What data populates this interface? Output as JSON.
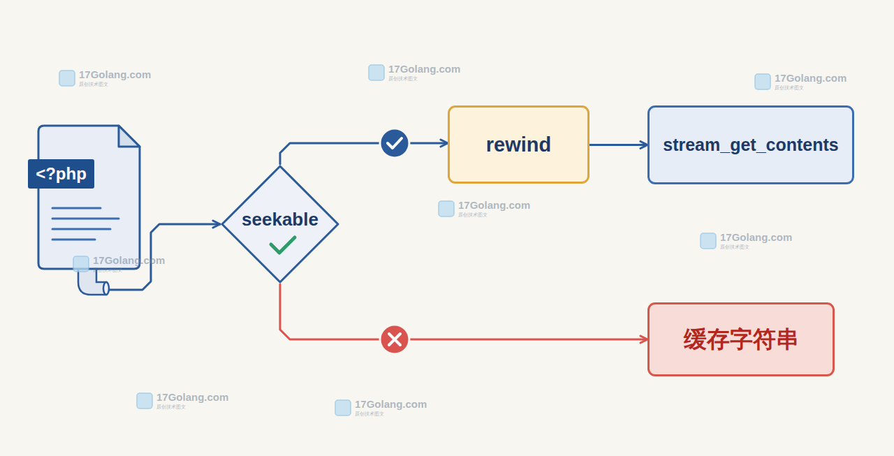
{
  "diagram": {
    "nodes": [
      {
        "text": [
          "<?php"
        ]
      },
      {
        "text": [
          "seekable"
        ]
      },
      {
        "text": [
          "rewind"
        ]
      },
      {
        "text": [
          "stream_get_contents"
        ]
      },
      {
        "text": [
          "缓存字符串"
        ]
      }
    ],
    "edges": [
      {
        "from": 0,
        "to": 1,
        "arrow": "to"
      },
      {
        "from": 1,
        "to": 2,
        "arrow": "to"
      },
      {
        "from": 2,
        "to": 3,
        "arrow": "to"
      },
      {
        "from": 1,
        "to": 4,
        "arrow": "to"
      }
    ],
    "labels": [
      "17Golang.com",
      "原创技术图文",
      "17Golang.com",
      "原创技术图文",
      "17Golang.com",
      "原创技术图文",
      "17Golang.com",
      "原创技术图文",
      "17Golang.com",
      "原创技术图文",
      "17Golang.com",
      "原创技术图文",
      "17Golang.com",
      "原创技术图文",
      "17Golang.com",
      "原创技术图文"
    ]
  }
}
